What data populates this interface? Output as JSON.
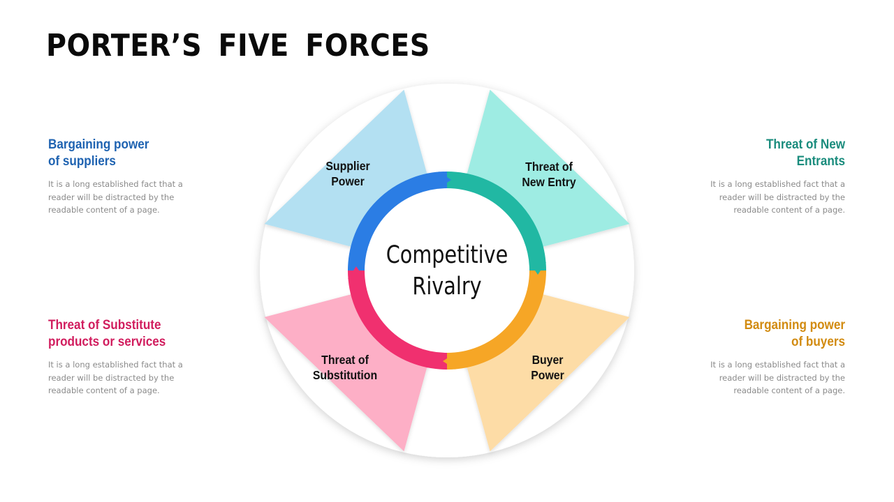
{
  "title_words": [
    "PORTER’S",
    "FIVE",
    "FORCES"
  ],
  "center": {
    "line1": "Competitive",
    "line2": "Rivalry"
  },
  "segments": {
    "supplier": {
      "line1": "Supplier",
      "line2": "Power",
      "color": "#b3e0f2"
    },
    "new_entry": {
      "line1": "Threat of",
      "line2": "New Entry",
      "color": "#9eece3"
    },
    "buyer": {
      "line1": "Buyer",
      "line2": "Power",
      "color": "#fddca6"
    },
    "substitution": {
      "line1": "Threat of",
      "line2": "Substitution",
      "color": "#fdafc6"
    }
  },
  "ring_colors": {
    "blue": "#2b7de4",
    "teal": "#21b8a3",
    "orange": "#f6a626",
    "pink": "#f0306f"
  },
  "blocks": {
    "suppliers": {
      "line1": "Bargaining power",
      "line2": "of suppliers",
      "color": "#1f63b1",
      "text": "It is a long established fact that a reader will be distracted by the readable content of a page."
    },
    "new_entrants": {
      "line1": "Threat of New",
      "line2": "Entrants",
      "color": "#1a8c7d",
      "text": "It is a long established fact that a reader will be distracted by the readable content of a page."
    },
    "substitute": {
      "line1": "Threat of Substitute",
      "line2": "products or services",
      "color": "#d11d5e",
      "text": "It is a long established fact that a reader will be distracted by the readable content of a page."
    },
    "buyers": {
      "line1": "Bargaining power",
      "line2": "of buyers",
      "color": "#d28b11",
      "text": "It is a long established fact that a reader will be distracted by the readable content of a page."
    }
  }
}
